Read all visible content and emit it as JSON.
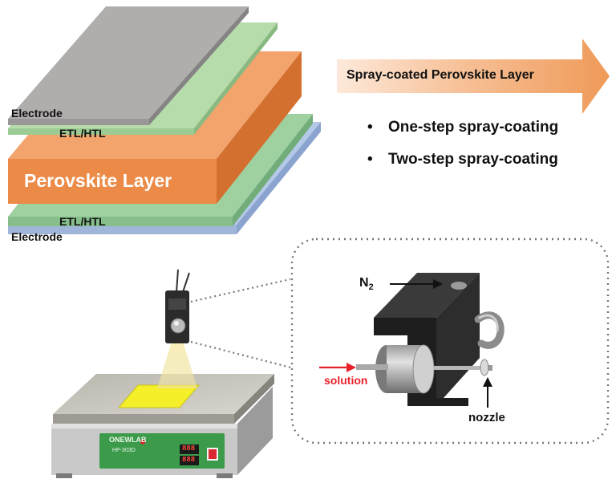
{
  "stack": {
    "top_electrode": "Electrode",
    "top_transport": "ETL/HTL",
    "perovskite": "Perovskite Layer",
    "bottom_transport": "ETL/HTL",
    "bottom_electrode": "Electrode"
  },
  "arrow_title": "Spray-coated Perovskite Layer",
  "methods": [
    "One-step spray-coating",
    "Two-step spray-coating"
  ],
  "hotplate": {
    "brand": "ONEWLAB",
    "model": "HP-303D",
    "display_values": [
      "888",
      "888"
    ]
  },
  "nozzle_detail": {
    "gas_label": "N",
    "gas_subscript": "2",
    "solution_label": "solution",
    "nozzle_label": "nozzle"
  },
  "colors": {
    "electrode_top": "#ababab",
    "transport": "#a9d3a0",
    "perovskite": "#ec8a47",
    "electrode_bottom": "#b3c7e6",
    "arrow": "#f0a56a",
    "hotplate_panel": "#3b9a4a",
    "sample": "#f2ee2b",
    "solution_arrow": "#e8212a"
  }
}
